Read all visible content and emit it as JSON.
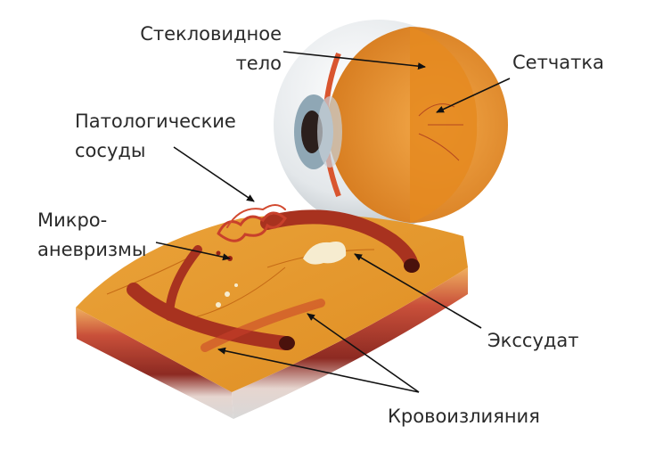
{
  "labels": {
    "vitreous_line1": "Стекловидное",
    "vitreous_line2": "тело",
    "retina": "Сетчатка",
    "pathological_line1": "Патологические",
    "pathological_line2": "сосуды",
    "microaneurysm_line1": "Микро-",
    "microaneurysm_line2": "аневризмы",
    "exudate": "Экссудат",
    "hemorrhage": "Кровоизлияния"
  },
  "colors": {
    "retina_surface": "#e79a2a",
    "vessel": "#a8321f",
    "eye_shell": "#dfe3e6",
    "label_text": "#2a2a2a"
  }
}
